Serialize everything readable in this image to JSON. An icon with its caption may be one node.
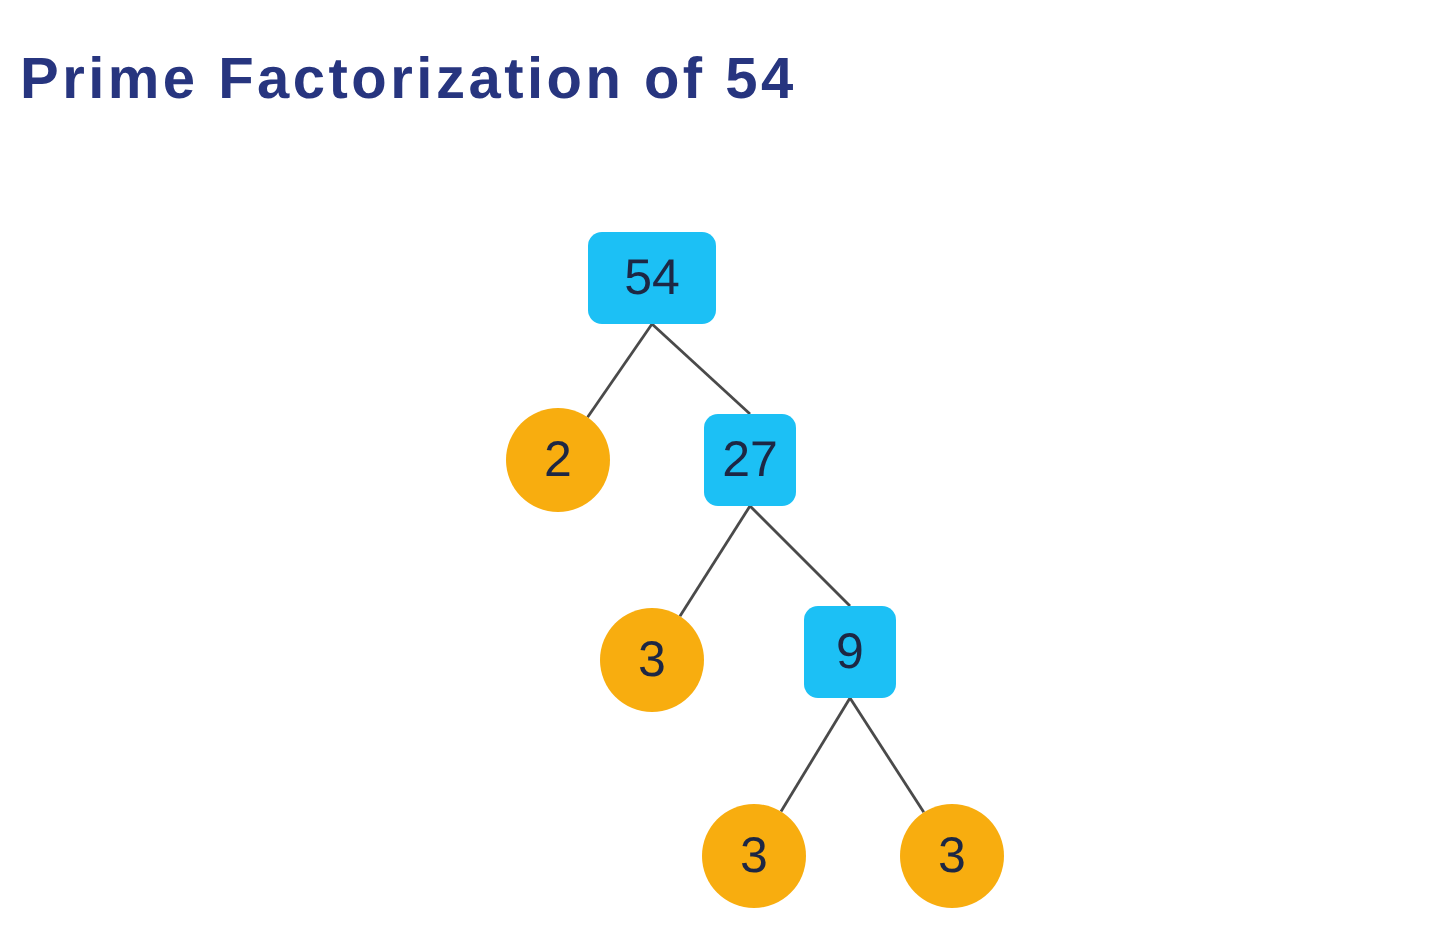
{
  "diagram": {
    "title": "Prime Factorization of 54",
    "nodes": [
      {
        "text": [
          "54"
        ]
      },
      {
        "text": [
          "2"
        ]
      },
      {
        "text": [
          "27"
        ]
      },
      {
        "text": [
          "3"
        ]
      },
      {
        "text": [
          "9"
        ]
      },
      {
        "text": [
          "3"
        ]
      },
      {
        "text": [
          "3"
        ]
      }
    ],
    "edges": [
      {
        "from": 0,
        "to": 1,
        "arrow": "none"
      },
      {
        "from": 0,
        "to": 2,
        "arrow": "none"
      },
      {
        "from": 2,
        "to": 3,
        "arrow": "none"
      },
      {
        "from": 2,
        "to": 4,
        "arrow": "none"
      },
      {
        "from": 4,
        "to": 5,
        "arrow": "none"
      },
      {
        "from": 4,
        "to": 6,
        "arrow": "none"
      }
    ]
  }
}
